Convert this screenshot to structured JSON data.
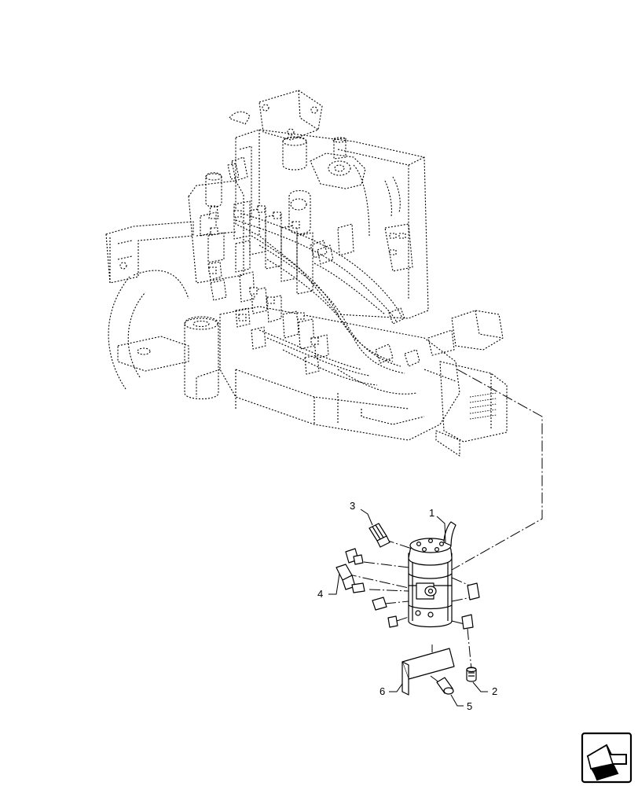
{
  "callouts": [
    {
      "id": 1,
      "label": "1"
    },
    {
      "id": 2,
      "label": "2"
    },
    {
      "id": 3,
      "label": "3"
    },
    {
      "id": 4,
      "label": "4"
    },
    {
      "id": 5,
      "label": "5"
    },
    {
      "id": 6,
      "label": "6"
    }
  ],
  "nav_icon": "next-page-arrow-icon"
}
